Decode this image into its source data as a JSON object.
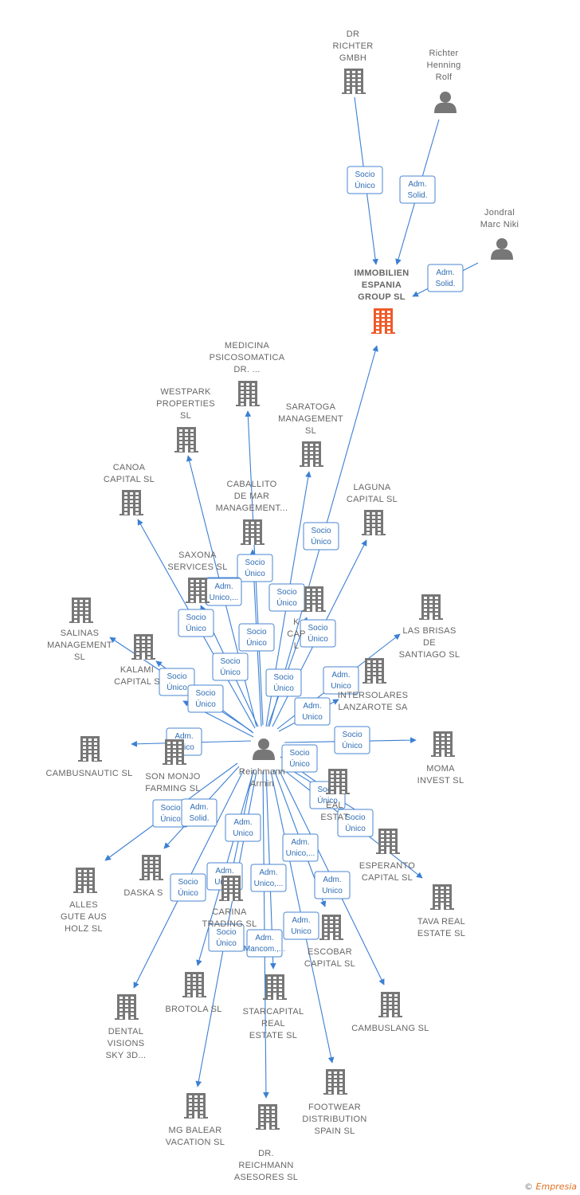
{
  "colors": {
    "edge": "#3b7fd4",
    "node": "#777777",
    "target_node": "#f05a28",
    "label": "#666666",
    "edge_label_border": "#4a86d0"
  },
  "nodes": [
    {
      "id": "dr-richter-gmbh",
      "type": "company",
      "label": [
        "DR",
        "RICHTER",
        "GMBH"
      ]
    },
    {
      "id": "richter-henning-rolf",
      "type": "person",
      "label": [
        "Richter",
        "Henning",
        "Rolf"
      ]
    },
    {
      "id": "jondral-marc-niki",
      "type": "person",
      "label": [
        "Jondral",
        "Marc Niki"
      ]
    },
    {
      "id": "immobilien-espania-group",
      "type": "company",
      "target": true,
      "label": [
        "IMMOBILIEN",
        "ESPANIA",
        "GROUP  SL"
      ]
    },
    {
      "id": "medicina-psicosomatica",
      "type": "company",
      "label": [
        "MEDICINA",
        "PSICOSOMATICA",
        "DR.  ..."
      ]
    },
    {
      "id": "westpark-properties",
      "type": "company",
      "label": [
        "WESTPARK",
        "PROPERTIES",
        "SL"
      ]
    },
    {
      "id": "saratoga-management",
      "type": "company",
      "label": [
        "SARATOGA",
        "MANAGEMENT",
        "SL"
      ]
    },
    {
      "id": "canoa-capital",
      "type": "company",
      "label": [
        "CANOA",
        "CAPITAL  SL"
      ]
    },
    {
      "id": "caballito-de-mar",
      "type": "company",
      "label": [
        "CABALLITO",
        "DE MAR",
        "MANAGEMENT..."
      ]
    },
    {
      "id": "laguna-capital",
      "type": "company",
      "label": [
        "LAGUNA",
        "CAPITAL  SL"
      ]
    },
    {
      "id": "saxona-services",
      "type": "company",
      "label": [
        "SAXONA",
        "SERVICES  SL"
      ]
    },
    {
      "id": "k-capital",
      "type": "company",
      "label": [
        "K",
        "CAP",
        "L"
      ]
    },
    {
      "id": "salinas-management",
      "type": "company",
      "label": [
        "SALINAS",
        "MANAGEMENT",
        "SL"
      ]
    },
    {
      "id": "kalami-capital",
      "type": "company",
      "label": [
        "KALAMI",
        "CAPITAL  S"
      ]
    },
    {
      "id": "las-brisas",
      "type": "company",
      "label": [
        "LAS BRISAS",
        "DE",
        "SANTIAGO SL"
      ]
    },
    {
      "id": "intersolares",
      "type": "company",
      "label": [
        "INTERSOLARES",
        "LANZAROTE SA"
      ]
    },
    {
      "id": "reichmann-armin",
      "type": "person",
      "label": [
        "Reichmann",
        "Armin"
      ]
    },
    {
      "id": "cambusnautic",
      "type": "company",
      "label": [
        "CAMBUSNAUTIC SL"
      ]
    },
    {
      "id": "son-monjo",
      "type": "company",
      "label": [
        "SON MONJO",
        "FARMING  SL"
      ]
    },
    {
      "id": "moma-invest",
      "type": "company",
      "label": [
        "MOMA",
        "INVEST  SL"
      ]
    },
    {
      "id": "real-estate",
      "type": "company",
      "label": [
        "EAL",
        "ESTAT"
      ]
    },
    {
      "id": "esperanto-capital",
      "type": "company",
      "label": [
        "ESPERANTO",
        "CAPITAL  SL"
      ]
    },
    {
      "id": "alles-gute",
      "type": "company",
      "label": [
        "ALLES",
        "GUTE AUS",
        "HOLZ  SL"
      ]
    },
    {
      "id": "daska",
      "type": "company",
      "label": [
        "DASKA  S"
      ]
    },
    {
      "id": "carina-trading",
      "type": "company",
      "label": [
        "CARINA",
        "TRADING SL"
      ]
    },
    {
      "id": "tava-real-estate",
      "type": "company",
      "label": [
        "TAVA REAL",
        "ESTATE  SL"
      ]
    },
    {
      "id": "escobar-capital",
      "type": "company",
      "label": [
        "ESCOBAR",
        "CAPITAL  SL"
      ]
    },
    {
      "id": "dental-visions",
      "type": "company",
      "label": [
        "DENTAL",
        "VISIONS",
        "SKY 3D..."
      ]
    },
    {
      "id": "brotola",
      "type": "company",
      "label": [
        "BROTOLA SL"
      ]
    },
    {
      "id": "starcapital",
      "type": "company",
      "label": [
        "STARCAPITAL",
        "REAL",
        "ESTATE  SL"
      ]
    },
    {
      "id": "cambuslang",
      "type": "company",
      "label": [
        "CAMBUSLANG SL"
      ]
    },
    {
      "id": "mg-balear",
      "type": "company",
      "label": [
        "MG BALEAR",
        "VACATION  SL"
      ]
    },
    {
      "id": "dr-reichmann-asesores",
      "type": "company",
      "label": [
        "DR.",
        "REICHMANN",
        "ASESORES  SL"
      ]
    },
    {
      "id": "footwear-distribution",
      "type": "company",
      "label": [
        "FOOTWEAR",
        "DISTRIBUTION",
        "SPAIN SL"
      ]
    }
  ],
  "edges": [
    {
      "from": "dr-richter-gmbh",
      "to": "immobilien-espania-group",
      "label": [
        "Socio",
        "Único"
      ]
    },
    {
      "from": "richter-henning-rolf",
      "to": "immobilien-espania-group",
      "label": [
        "Adm.",
        "Solid."
      ]
    },
    {
      "from": "jondral-marc-niki",
      "to": "immobilien-espania-group",
      "label": [
        "Adm.",
        "Solid."
      ]
    },
    {
      "from": "reichmann-armin",
      "to": "immobilien-espania-group",
      "label": [
        "Socio",
        "Único"
      ]
    },
    {
      "from": "reichmann-armin",
      "to": "medicina-psicosomatica",
      "label": [
        "Socio",
        "Único"
      ]
    },
    {
      "from": "reichmann-armin",
      "to": "westpark-properties",
      "label": [
        "Socio",
        "Único"
      ]
    },
    {
      "from": "reichmann-armin",
      "to": "saratoga-management",
      "label": [
        "Socio",
        "Único"
      ]
    },
    {
      "from": "reichmann-armin",
      "to": "canoa-capital",
      "label": [
        "Socio",
        "Único"
      ]
    },
    {
      "from": "reichmann-armin",
      "to": "caballito-de-mar",
      "label": [
        "Socio",
        "Único"
      ]
    },
    {
      "from": "reichmann-armin",
      "to": "laguna-capital",
      "label": [
        "Socio",
        "Único"
      ]
    },
    {
      "from": "reichmann-armin",
      "to": "saxona-services",
      "label": [
        "Adm.",
        "Unico,..."
      ]
    },
    {
      "from": "reichmann-armin",
      "to": "k-capital",
      "label": [
        "Socio",
        "Único"
      ]
    },
    {
      "from": "reichmann-armin",
      "to": "salinas-management",
      "label": [
        "Socio",
        "Único"
      ]
    },
    {
      "from": "reichmann-armin",
      "to": "kalami-capital",
      "label": [
        "Socio",
        "Único"
      ]
    },
    {
      "from": "reichmann-armin",
      "to": "las-brisas",
      "label": [
        "Adm.",
        "Unico"
      ]
    },
    {
      "from": "reichmann-armin",
      "to": "intersolares",
      "label": [
        "Adm.",
        "Unico"
      ]
    },
    {
      "from": "reichmann-armin",
      "to": "cambusnautic",
      "label": [
        "Adm.",
        "Unico"
      ]
    },
    {
      "from": "reichmann-armin",
      "to": "son-monjo",
      "label": [
        "Socio",
        "Único"
      ]
    },
    {
      "from": "reichmann-armin",
      "to": "moma-invest",
      "label": [
        "Socio",
        "Único"
      ]
    },
    {
      "from": "reichmann-armin",
      "to": "real-estate",
      "label": [
        "Socio",
        "Único"
      ]
    },
    {
      "from": "reichmann-armin",
      "to": "esperanto-capital",
      "label": [
        "Socio",
        "Único"
      ]
    },
    {
      "from": "reichmann-armin",
      "to": "alles-gute",
      "label": [
        "Socio",
        "Único"
      ]
    },
    {
      "from": "reichmann-armin",
      "to": "daska",
      "label": [
        "Adm.",
        "Solid."
      ]
    },
    {
      "from": "reichmann-armin",
      "to": "carina-trading",
      "label": [
        "Adm.",
        "Unico"
      ]
    },
    {
      "from": "reichmann-armin",
      "to": "tava-real-estate",
      "label": [
        "Socio",
        "Único"
      ]
    },
    {
      "from": "reichmann-armin",
      "to": "escobar-capital",
      "label": [
        "Adm.",
        "Unico,..."
      ]
    },
    {
      "from": "reichmann-armin",
      "to": "dental-visions",
      "label": [
        "Socio",
        "Único"
      ]
    },
    {
      "from": "reichmann-armin",
      "to": "brotola",
      "label": [
        "Adm.",
        "Unico"
      ]
    },
    {
      "from": "reichmann-armin",
      "to": "starcapital",
      "label": [
        "Adm.",
        "Unico,..."
      ]
    },
    {
      "from": "reichmann-armin",
      "to": "cambuslang",
      "label": [
        "Adm.",
        "Unico"
      ]
    },
    {
      "from": "reichmann-armin",
      "to": "mg-balear",
      "label": [
        "Socio",
        "Único"
      ]
    },
    {
      "from": "reichmann-armin",
      "to": "dr-reichmann-asesores",
      "label": [
        "Adm.",
        "Mancom.,..."
      ]
    },
    {
      "from": "reichmann-armin",
      "to": "footwear-distribution",
      "label": [
        "Adm.",
        "Unico"
      ]
    }
  ],
  "footer": {
    "copyright": "©",
    "brand": "Empresia"
  }
}
